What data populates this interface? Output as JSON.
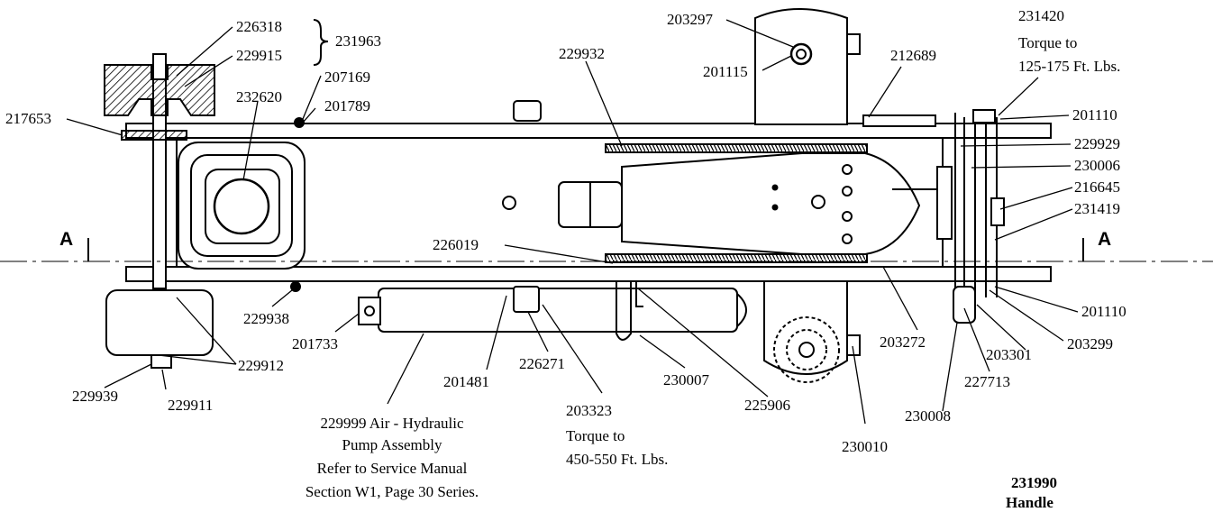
{
  "callouts": {
    "p226318": "226318",
    "p229915": "229915",
    "p231963": "231963",
    "p207169": "207169",
    "p201789": "201789",
    "p232620": "232620",
    "p217653": "217653",
    "p229932": "229932",
    "p203297": "203297",
    "p201115": "201115",
    "p212689": "212689",
    "p231420": "231420",
    "torque_upper_1": "Torque to",
    "torque_upper_2": "125-175 Ft. Lbs.",
    "p201110a": "201110",
    "p229929": "229929",
    "p230006": "230006",
    "p216645": "216645",
    "p231419": "231419",
    "p226019": "226019",
    "p229938": "229938",
    "p201733": "201733",
    "p229912": "229912",
    "p229939": "229939",
    "p229911": "229911",
    "pump_1": "229999 Air - Hydraulic",
    "pump_2": "Pump Assembly",
    "pump_3": "Refer to Service Manual",
    "pump_4": "Section W1, Page 30 Series.",
    "p201481": "201481",
    "p226271": "226271",
    "p203323": "203323",
    "torque_lower_1": "Torque to",
    "torque_lower_2": "450-550 Ft. Lbs.",
    "p230007": "230007",
    "p225906": "225906",
    "p203272": "203272",
    "p230010": "230010",
    "p230008": "230008",
    "p227713": "227713",
    "p203301": "203301",
    "p203299": "203299",
    "p201110b": "201110",
    "p231990": "231990",
    "handle": "Handle"
  },
  "section": {
    "left": "A",
    "right": "A"
  }
}
